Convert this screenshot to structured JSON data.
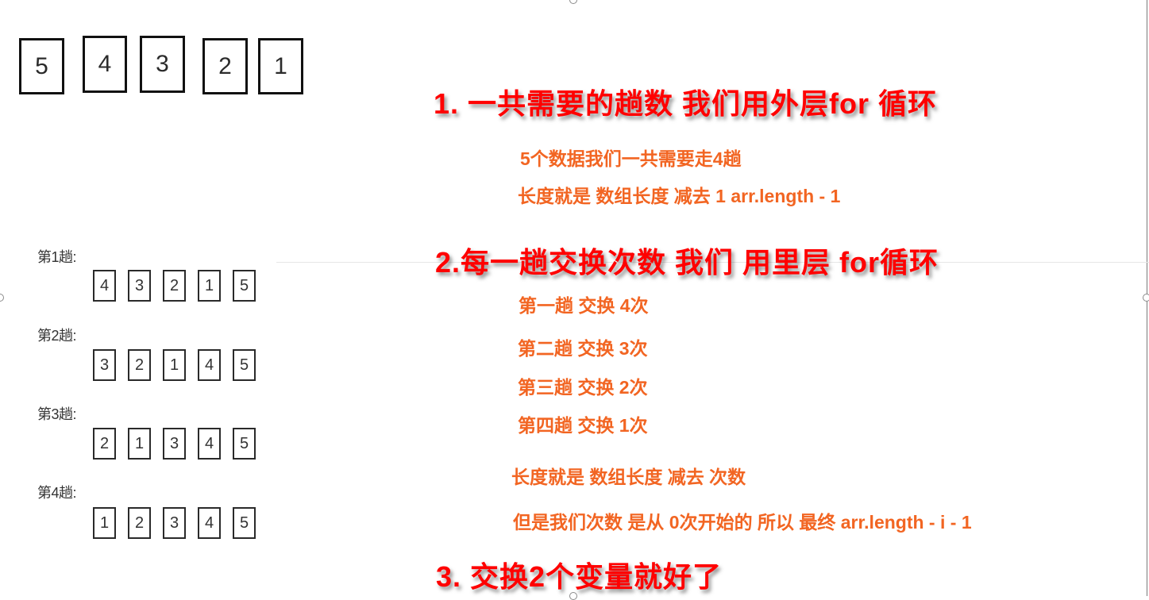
{
  "initial_array": {
    "values": [
      "5",
      "4",
      "3",
      "2",
      "1"
    ]
  },
  "passes": [
    {
      "label": "第1趟:",
      "values": [
        "4",
        "3",
        "2",
        "1",
        "5"
      ]
    },
    {
      "label": "第2趟:",
      "values": [
        "3",
        "2",
        "1",
        "4",
        "5"
      ]
    },
    {
      "label": "第3趟:",
      "values": [
        "2",
        "1",
        "3",
        "4",
        "5"
      ]
    },
    {
      "label": "第4趟:",
      "values": [
        "1",
        "2",
        "3",
        "4",
        "5"
      ]
    }
  ],
  "headings": {
    "step1": "1. 一共需要的趟数 我们用外层for 循环",
    "step2": "2.每一趟交换次数 我们 用里层 for循环",
    "step3": "3. 交换2个变量就好了"
  },
  "notes": {
    "outer_1": "5个数据我们一共需要走4趟",
    "outer_2": "长度就是 数组长度 减去 1   arr.length - 1",
    "inner_1": "第一趟 交换 4次",
    "inner_2": "第二趟 交换 3次",
    "inner_3": "第三趟 交换 2次",
    "inner_4": "第四趟 交换 1次",
    "inner_5": "长度就是 数组长度 减去  次数",
    "inner_6": "但是我们次数 是从 0次开始的    所以  最终  arr.length - i - 1"
  },
  "colors": {
    "heading": "#ff0000",
    "note": "#f26522",
    "box_border": "#111111"
  }
}
